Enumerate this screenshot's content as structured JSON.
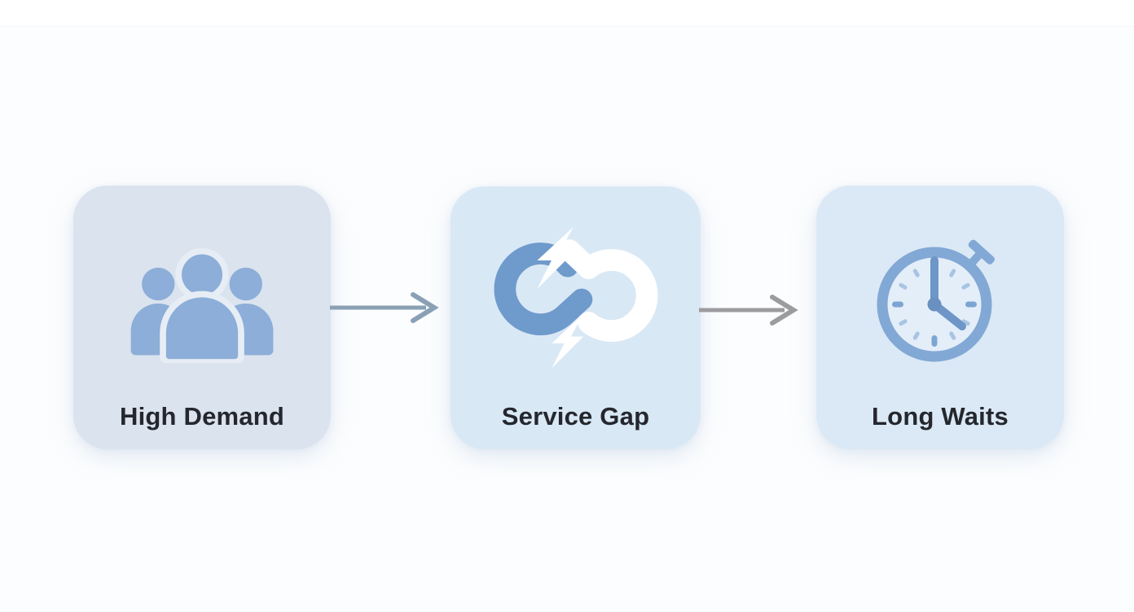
{
  "flow": {
    "steps": [
      {
        "id": "high-demand",
        "label": "High Demand",
        "icon": "people-group-icon"
      },
      {
        "id": "service-gap",
        "label": "Service Gap",
        "icon": "broken-link-lightning-icon"
      },
      {
        "id": "long-waits",
        "label": "Long Waits",
        "icon": "stopwatch-icon"
      }
    ],
    "connectors": [
      {
        "from": "High Demand",
        "to": "Service Gap",
        "icon": "arrow-right-icon",
        "color": "#8aa1b5"
      },
      {
        "from": "Service Gap",
        "to": "Long Waits",
        "icon": "arrow-right-icon",
        "color": "#9c9c9e"
      }
    ]
  },
  "colors": {
    "page_background": "#fcfdfe",
    "card_1_background": "#dae3ee",
    "card_2_background": "#d9e8f5",
    "card_3_background": "#dbe9f6",
    "people_blue": "#8caed8",
    "link_blue": "#6f9acc",
    "clock_ring_blue": "#82a8d5",
    "clock_hand_blue": "#6e96c7",
    "label_text": "#24272d",
    "bolt_white": "#ffffff"
  }
}
